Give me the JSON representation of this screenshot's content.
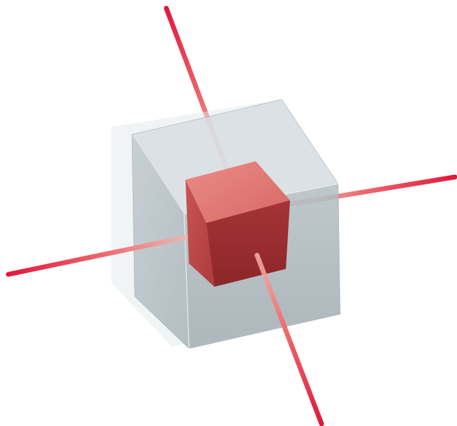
{
  "scene": {
    "colors": {
      "background": "#ffffff",
      "axis_red": "#e0183c",
      "axis_fade": "#f2a6a0",
      "outer_box_front": "#b9c3c8",
      "outer_box_side": "#a4afb4",
      "outer_box_top": "#d6dcdf",
      "inner_cube_front": "#b83c3c",
      "inner_cube_side": "#9e2d2f",
      "inner_cube_top": "#e07a76"
    },
    "shapes": [
      "outer-transparent-box",
      "inner-red-cube",
      "axis-line-x",
      "axis-line-y",
      "axis-line-z"
    ]
  }
}
